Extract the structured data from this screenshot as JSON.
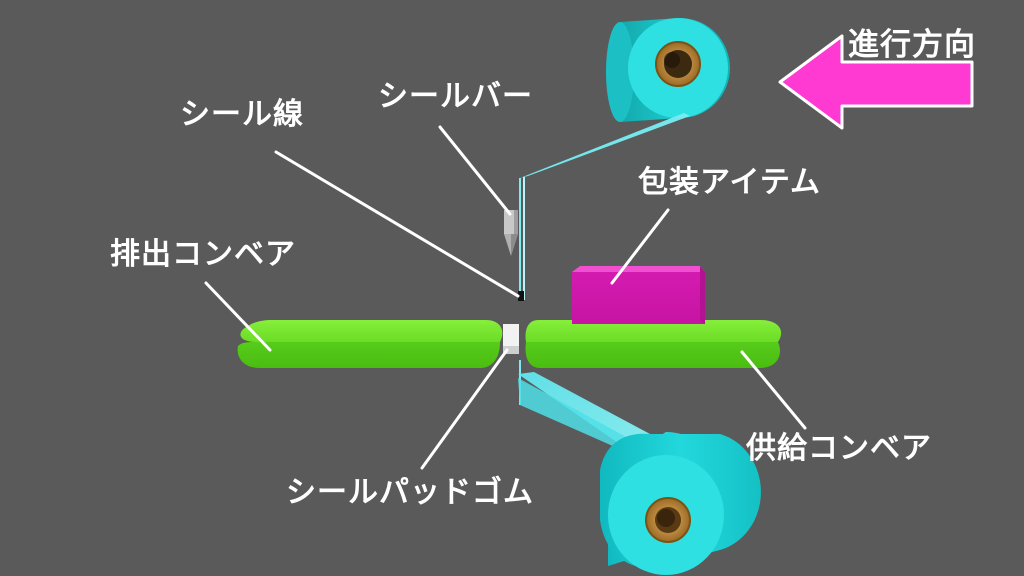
{
  "labels": {
    "direction": "進行方向",
    "seal_line": "シール線",
    "seal_bar": "シールバー",
    "packaging_item": "包装アイテム",
    "discharge_conveyor": "排出コンベア",
    "supply_conveyor": "供給コンベア",
    "seal_pad_rubber": "シールパッドゴム"
  },
  "colors": {
    "background": "#5a5a5a",
    "film_roll": "#2ad4d4",
    "film": "#7ff0f0",
    "conveyor": "#6ee02a",
    "packaging_item": "#e21fb8",
    "arrow": "#ff3ad2",
    "leader_line": "#ffffff",
    "seal_bar": "#bdbdbd"
  },
  "icons": {
    "direction_arrow": "left-arrow-icon"
  }
}
